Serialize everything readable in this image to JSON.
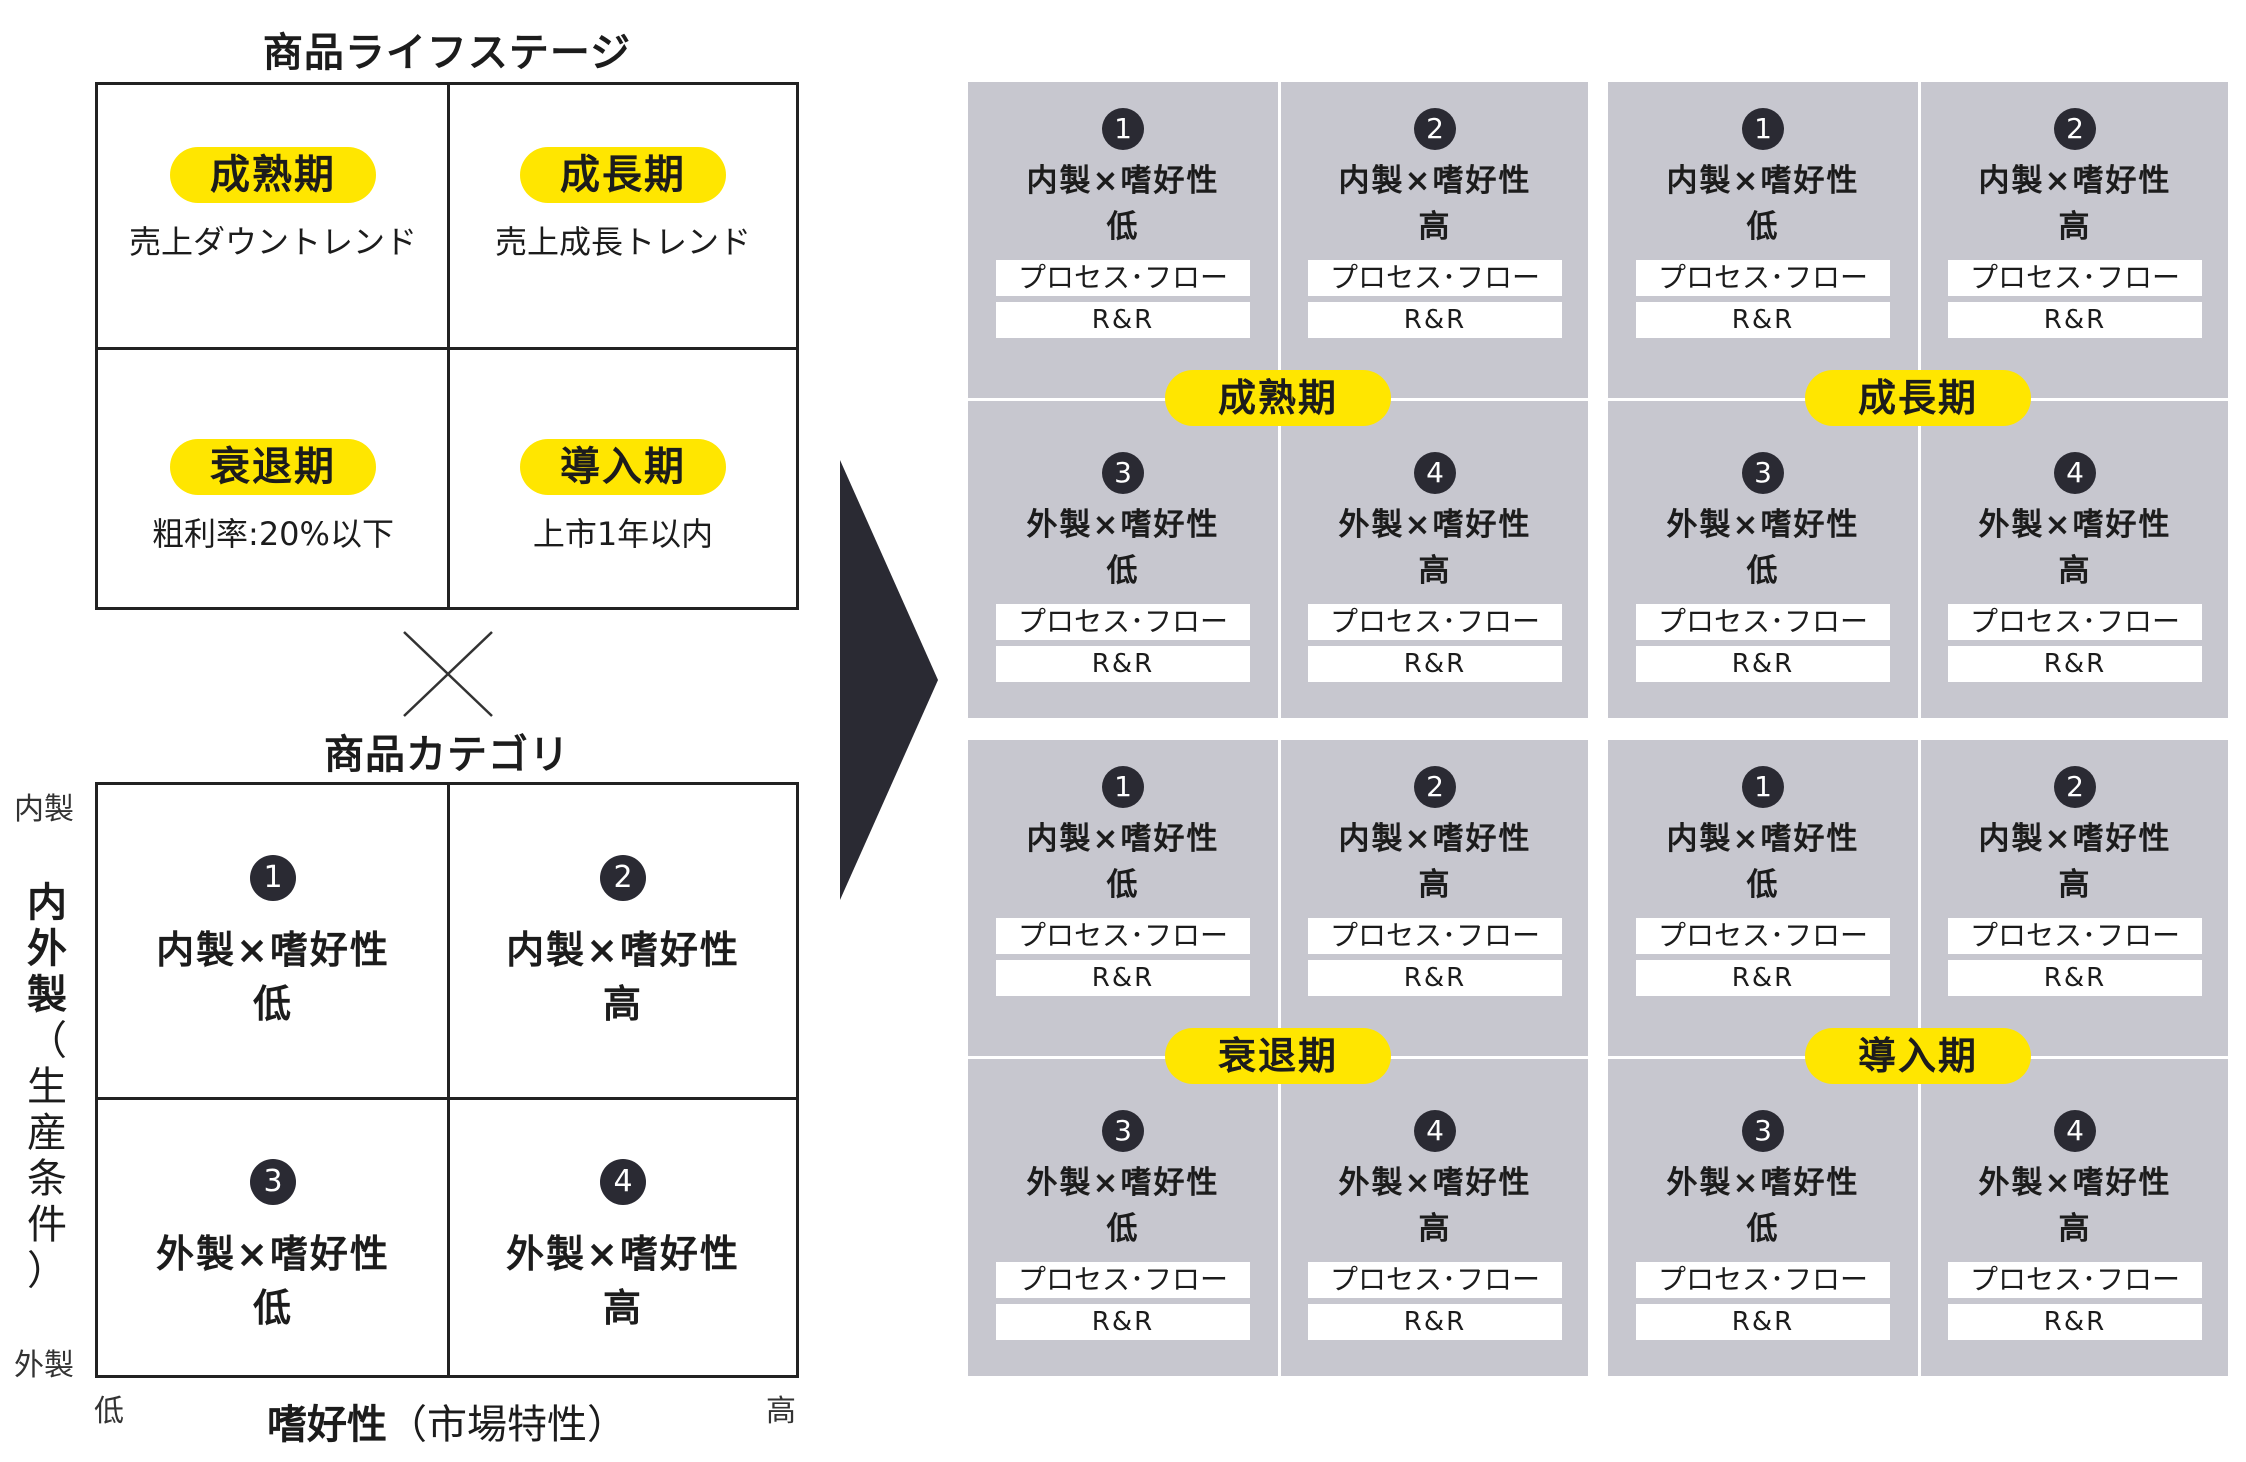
{
  "left": {
    "life_title": "商品ライフステージ",
    "stages": [
      {
        "name": "成熟期",
        "desc": "売上ダウントレンド"
      },
      {
        "name": "成長期",
        "desc": "売上成長トレンド"
      },
      {
        "name": "衰退期",
        "desc": "粗利率:20%以下"
      },
      {
        "name": "導入期",
        "desc": "上市1年以内"
      }
    ],
    "cross": "×",
    "cat_title": "商品カテゴリ",
    "categories": [
      {
        "num": "1",
        "line1": "内製×嗜好性",
        "line2": "低"
      },
      {
        "num": "2",
        "line1": "内製×嗜好性",
        "line2": "高"
      },
      {
        "num": "3",
        "line1": "外製×嗜好性",
        "line2": "低"
      },
      {
        "num": "4",
        "line1": "外製×嗜好性",
        "line2": "高"
      }
    ],
    "y_top": "内製",
    "y_bottom": "外製",
    "y_axis": [
      "内",
      "外",
      "製",
      "（",
      "生",
      "産",
      "条",
      "件",
      "）"
    ],
    "x_low": "低",
    "x_high": "高",
    "x_axis_bold": "嗜好性",
    "x_axis_rest": "（市場特性）"
  },
  "right": {
    "quadrants": [
      {
        "stage": "成熟期"
      },
      {
        "stage": "成長期"
      },
      {
        "stage": "衰退期"
      },
      {
        "stage": "導入期"
      }
    ],
    "cells": [
      {
        "num": "1",
        "line1": "内製×嗜好性",
        "line2": "低"
      },
      {
        "num": "2",
        "line1": "内製×嗜好性",
        "line2": "高"
      },
      {
        "num": "3",
        "line1": "外製×嗜好性",
        "line2": "低"
      },
      {
        "num": "4",
        "line1": "外製×嗜好性",
        "line2": "高"
      }
    ],
    "box1": "プロセス･フロー",
    "box2": "R&R"
  },
  "colors": {
    "accent": "#ffe600",
    "panel": "#c7c7cf",
    "dark": "#2a2a33"
  }
}
